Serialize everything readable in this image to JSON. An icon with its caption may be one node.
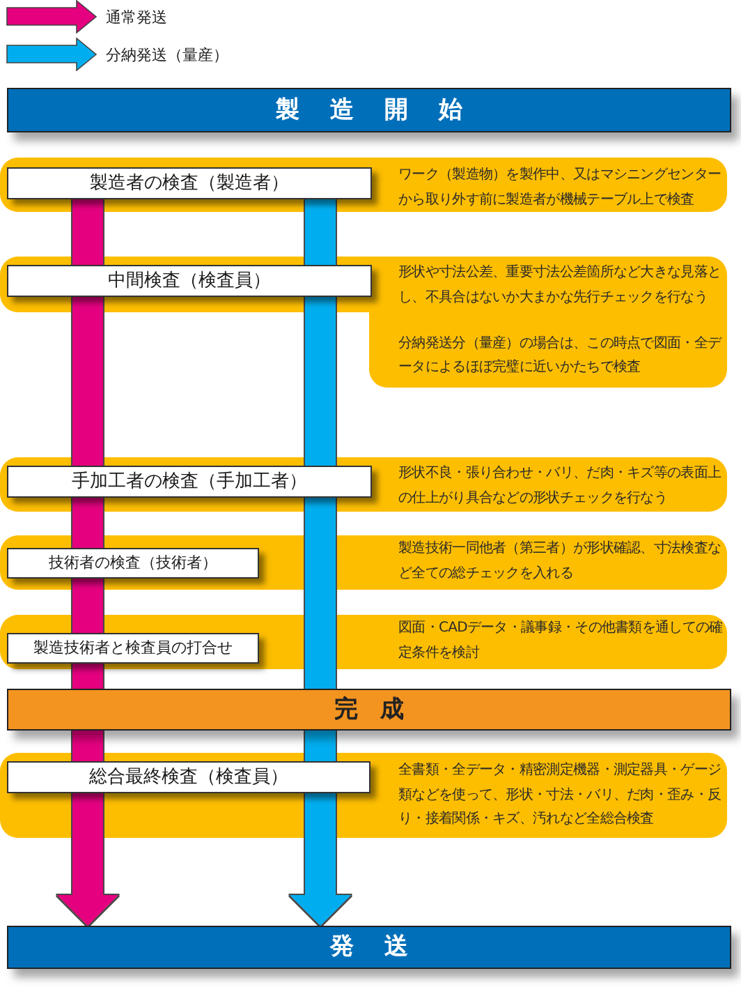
{
  "diagram": {
    "nodes": [
      {
        "text": [
          "製造開始"
        ]
      },
      {
        "text": [
          "ワーク（製造物）を製作中、又はマシニングセンターから取り外す前に製造者が機械テーブル上で検査"
        ]
      },
      {
        "text": [
          "製造者の検査（製造者）"
        ],
        "in": 1
      },
      {
        "text": [
          "形状や寸法公差、重要寸法公差箇所など大きな見落とし、不具合はないか大まかな先行チェックを行なう",
          "分納発送分（量産）の場合は、この時点で図面・全データによるほぼ完璧に近いかたちで検査"
        ]
      },
      {
        "text": [
          "中間検査（検査員）"
        ],
        "in": 3
      },
      {
        "text": [
          "形状不良・張り合わせ・バリ、だ肉・キズ等の表面上の仕上がり具合などの形状チェックを行なう"
        ]
      },
      {
        "text": [
          "手加工者の検査（手加工者）"
        ],
        "in": 5
      },
      {
        "text": [
          "製造技術一同他者（第三者）が形状確認、寸法検査など全ての総チェックを入れる"
        ]
      },
      {
        "text": [
          "技術者の検査（技術者）"
        ],
        "in": 7
      },
      {
        "text": [
          "図面・CADデータ・議事録・その他書類を通しての確定条件を検討"
        ]
      },
      {
        "text": [
          "製造技術者と検査員の打合せ"
        ],
        "in": 9
      },
      {
        "text": [
          "完成"
        ]
      },
      {
        "text": [
          "全書類・全データ・精密測定機器・測定器具・ゲージ類などを使って、形状・寸法・バリ、だ肉・歪み・反り・接着関係・キズ、汚れなど全総合検査"
        ]
      },
      {
        "text": [
          "総合最終検査（検査員）"
        ],
        "in": 12
      },
      {
        "text": [
          "発送"
        ]
      }
    ],
    "edges": [
      {
        "from": 2,
        "to": 4,
        "arrow": "none",
        "color": "#e4007f"
      },
      {
        "from": 4,
        "to": 6,
        "arrow": "none",
        "color": "#e4007f"
      },
      {
        "from": 6,
        "to": 8,
        "arrow": "none",
        "color": "#e4007f"
      },
      {
        "from": 8,
        "to": 10,
        "arrow": "none",
        "color": "#e4007f"
      },
      {
        "from": 10,
        "to": 11,
        "arrow": "none",
        "color": "#e4007f"
      },
      {
        "from": 11,
        "to": 13,
        "arrow": "none",
        "color": "#e4007f"
      },
      {
        "from": 13,
        "to": 14,
        "arrow": "to",
        "color": "#e4007f"
      },
      {
        "from": 2,
        "to": 4,
        "arrow": "none",
        "color": "#00aeef"
      },
      {
        "from": 4,
        "to": 6,
        "arrow": "none",
        "color": "#00aeef"
      },
      {
        "from": 6,
        "to": 11,
        "arrow": "none",
        "color": "#00aeef"
      },
      {
        "from": 11,
        "to": 13,
        "arrow": "none",
        "color": "#00aeef"
      },
      {
        "from": 13,
        "to": 14,
        "arrow": "to",
        "color": "#00aeef"
      }
    ],
    "legend": [
      {
        "text": "通常発送",
        "color": "#e4007f"
      },
      {
        "text": "分納発送（量産）",
        "color": "#00aeef"
      }
    ]
  }
}
